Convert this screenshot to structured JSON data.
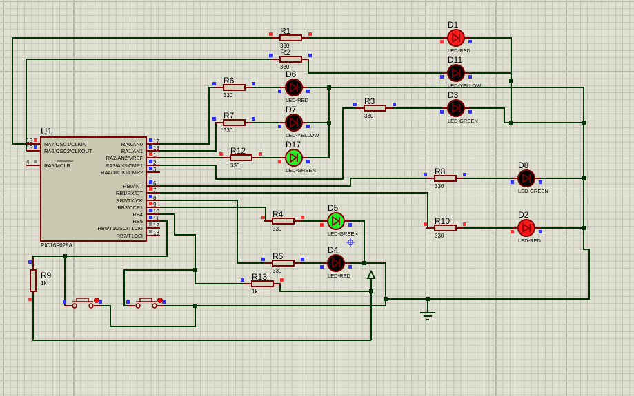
{
  "schematic": {
    "microcontroller": {
      "ref": "U1",
      "part": "PIC16F628A",
      "left_pins": [
        {
          "num": "16",
          "name": "RA7/OSC1/CLKIN",
          "state": "high"
        },
        {
          "num": "15",
          "name": "RA6/OSC2/CLKOUT",
          "state": "low"
        },
        {
          "num": "4",
          "name": "RA5/MCLR",
          "state": "none"
        }
      ],
      "right_pins": [
        {
          "num": "17",
          "name": "RA0/AN0",
          "state": "low"
        },
        {
          "num": "18",
          "name": "RA1/AN1",
          "state": "low"
        },
        {
          "num": "1",
          "name": "RA2/AN2/VREF",
          "state": "high"
        },
        {
          "num": "2",
          "name": "RA3/AN3/CMP1",
          "state": "low"
        },
        {
          "num": "3",
          "name": "RA4/T0CKI/CMP2",
          "state": "low"
        },
        {
          "num": "6",
          "name": "RB0/INT",
          "state": "low"
        },
        {
          "num": "7",
          "name": "RB1/RX/DT",
          "state": "high"
        },
        {
          "num": "8",
          "name": "RB2/TX/CK",
          "state": "low"
        },
        {
          "num": "9",
          "name": "RB3/CCP1",
          "state": "high"
        },
        {
          "num": "10",
          "name": "RB4",
          "state": "low"
        },
        {
          "num": "11",
          "name": "RB5",
          "state": "low"
        },
        {
          "num": "12",
          "name": "RB6/T1OSO/T1CKI",
          "state": "none"
        },
        {
          "num": "13",
          "name": "RB7/T1OSI",
          "state": "none"
        }
      ]
    },
    "resistors": [
      {
        "ref": "R1",
        "value": "330",
        "p1": "high",
        "p2": "high"
      },
      {
        "ref": "R2",
        "value": "330",
        "p1": "low",
        "p2": "low"
      },
      {
        "ref": "R6",
        "value": "330",
        "p1": "low",
        "p2": "low"
      },
      {
        "ref": "R7",
        "value": "330",
        "p1": "low",
        "p2": "low"
      },
      {
        "ref": "R12",
        "value": "330",
        "p1": "high",
        "p2": "high"
      },
      {
        "ref": "R3",
        "value": "330",
        "p1": "low",
        "p2": "low"
      },
      {
        "ref": "R8",
        "value": "330",
        "p1": "low",
        "p2": "low"
      },
      {
        "ref": "R10",
        "value": "330",
        "p1": "high",
        "p2": "high"
      },
      {
        "ref": "R4",
        "value": "330",
        "p1": "high",
        "p2": "high"
      },
      {
        "ref": "R5",
        "value": "330",
        "p1": "low",
        "p2": "low"
      },
      {
        "ref": "R13",
        "value": "1k",
        "p1": "low",
        "p2": "high"
      },
      {
        "ref": "R9",
        "value": "1k",
        "p1": "low",
        "p2": "high"
      }
    ],
    "leds": [
      {
        "ref": "D1",
        "type": "LED-RED",
        "lit": true,
        "color": "#ff1a1a"
      },
      {
        "ref": "D11",
        "type": "LED-YELLOW",
        "lit": false,
        "color": "#000000"
      },
      {
        "ref": "D6",
        "type": "LED-RED",
        "lit": false,
        "color": "#000000"
      },
      {
        "ref": "D3",
        "type": "LED-GREEN",
        "lit": false,
        "color": "#000000"
      },
      {
        "ref": "D7",
        "type": "LED-YELLOW",
        "lit": false,
        "color": "#000000"
      },
      {
        "ref": "D17",
        "type": "LED-GREEN",
        "lit": true,
        "color": "#22ee22"
      },
      {
        "ref": "D8",
        "type": "LED-GREEN",
        "lit": false,
        "color": "#000000"
      },
      {
        "ref": "D2",
        "type": "LED-RED",
        "lit": true,
        "color": "#ff1a1a"
      },
      {
        "ref": "D5",
        "type": "LED-GREEN",
        "lit": true,
        "color": "#22ee22"
      },
      {
        "ref": "D4",
        "type": "LED-RED",
        "lit": false,
        "color": "#000000"
      }
    ],
    "buttons": [
      {
        "ref": "button-1"
      },
      {
        "ref": "button-2"
      }
    ],
    "colors": {
      "background": "#dfdfd2",
      "grid_minor": "#c4c4b6",
      "grid_major": "#b8b8aa",
      "wire": "#003300",
      "component_outline": "#800000",
      "component_fill": "#d3d3bd",
      "pin_high": "#ff3333",
      "pin_low": "#3333ff",
      "pin_none": "#808080"
    }
  }
}
